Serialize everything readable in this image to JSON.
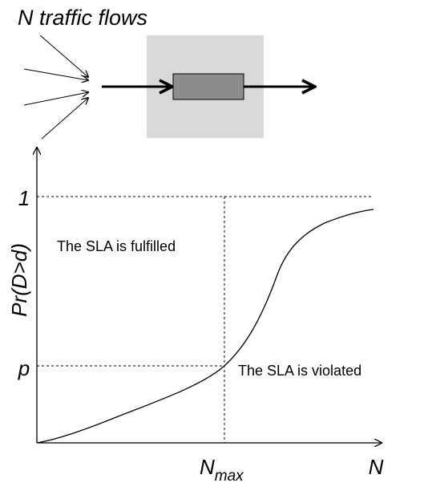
{
  "diagram": {
    "input_label": "N traffic flows",
    "input_flow_count": 4,
    "colors": {
      "stroke": "#000000",
      "box_background": "#d9d9d9",
      "queue_fill": "#8c8c8c"
    }
  },
  "plot": {
    "ylabel": "Pr(D>d)",
    "y_tick_top": "1",
    "y_tick_threshold": "p",
    "x_label_main": "N",
    "x_label_sub": "max",
    "x_axis_end_label": "N",
    "region_fulfilled": "The SLA is fulfilled",
    "region_violated": "The SLA is violated"
  }
}
